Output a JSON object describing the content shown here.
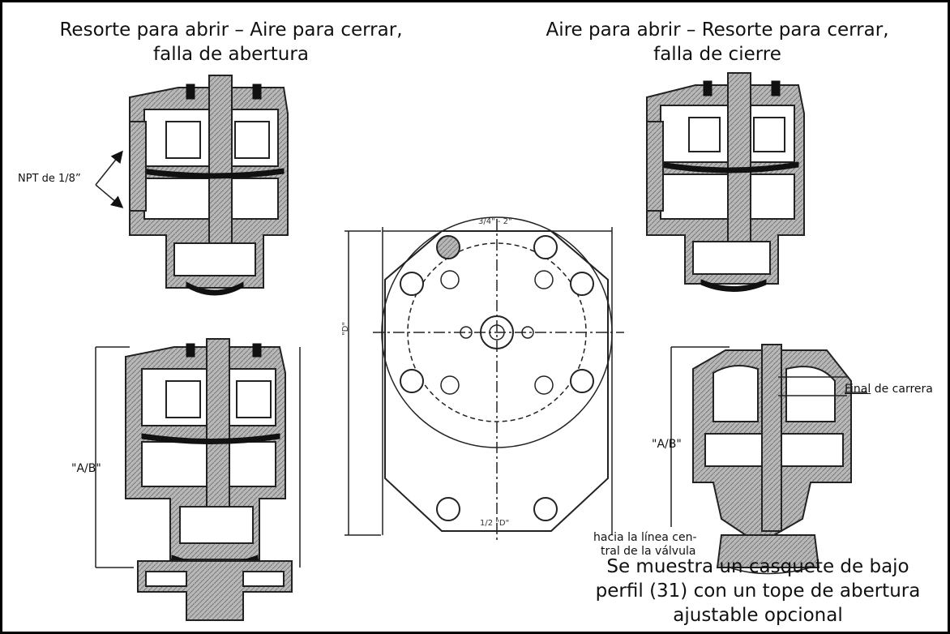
{
  "titles": {
    "left": [
      "Resorte para abrir – Aire para cerrar,",
      "falla de abertura"
    ],
    "right": [
      "Aire para abrir – Resorte para cerrar,",
      "falla de cierre"
    ]
  },
  "labels": {
    "npt": "NPT de 1/8”",
    "ab_left": "\"A/B\"",
    "ab_right": "\"A/B\"",
    "end_of_travel": [
      "Final",
      " de carrera"
    ],
    "centerline": [
      "hacia la línea cen-",
      "tral de la válvula"
    ],
    "dim_top": "3/4\" - 2\"",
    "dim_side": "\"D\"",
    "dim_bottom": "1/2 \"D\""
  },
  "caption": [
    "Se muestra un casquete de bajo",
    "perfil (31) con un tope de abertura",
    "ajustable opcional"
  ]
}
